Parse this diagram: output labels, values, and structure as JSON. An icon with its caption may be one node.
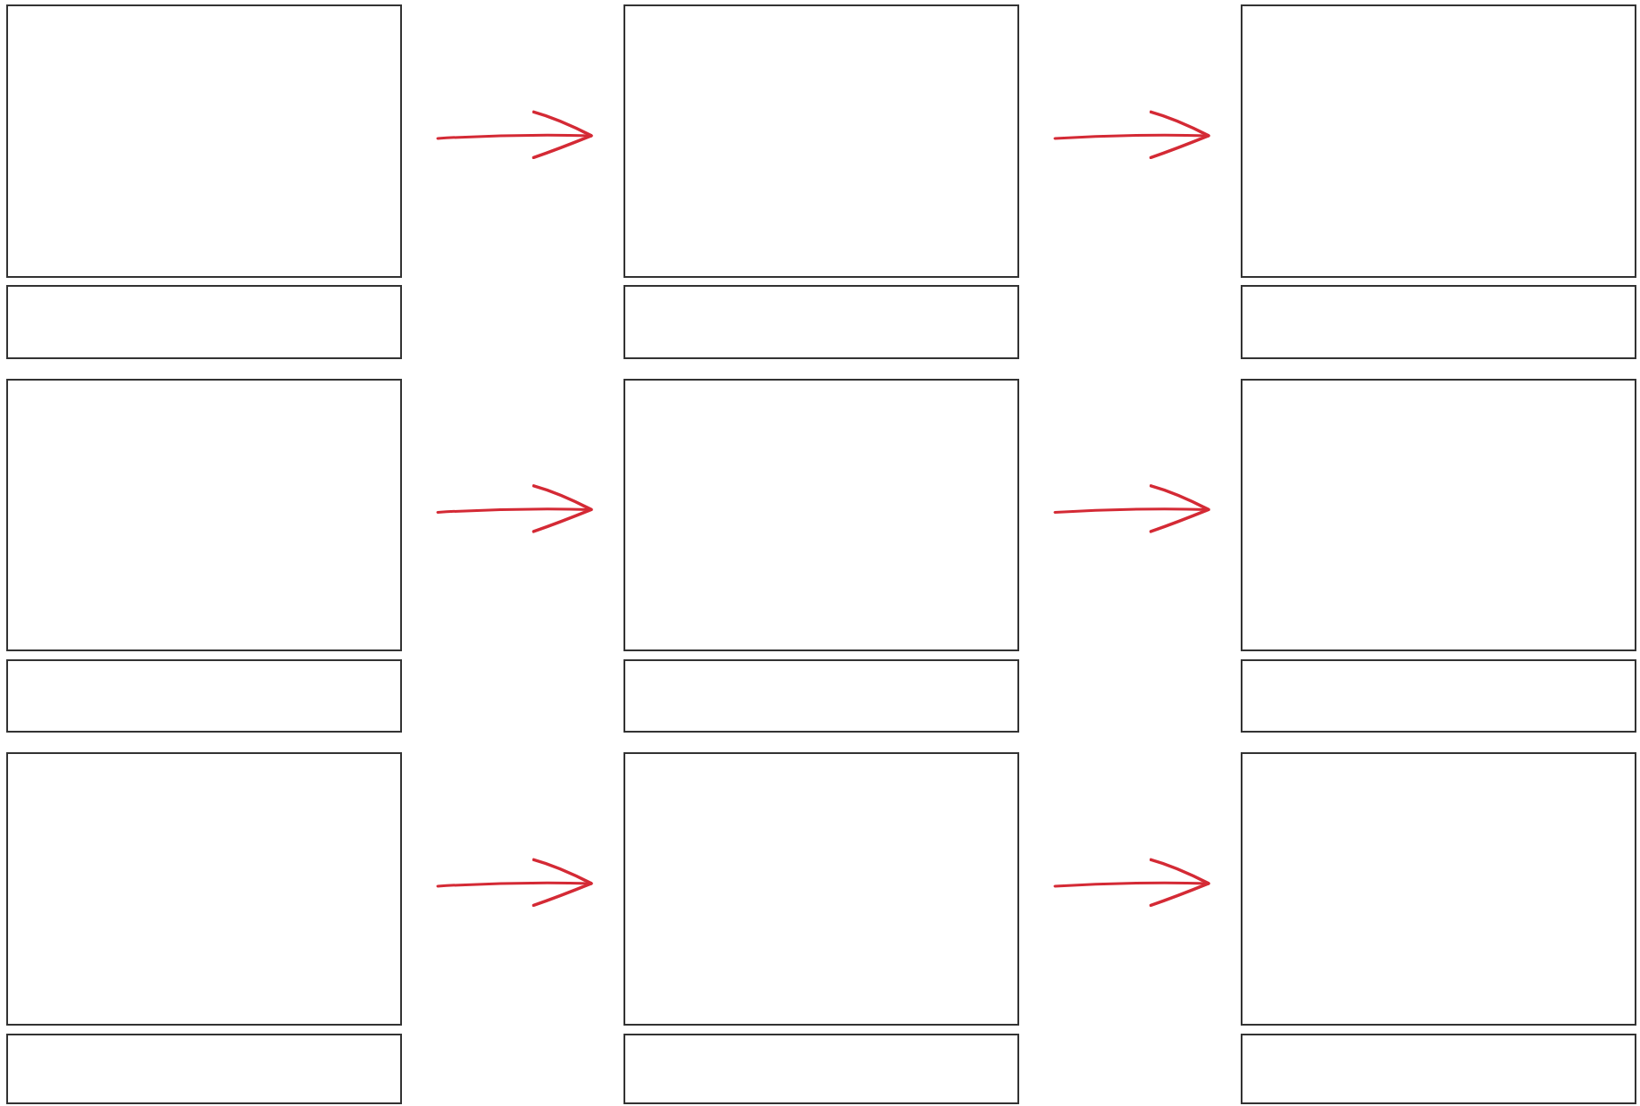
{
  "diagram": {
    "nodes": [
      {
        "text": [],
        "shape": "box"
      },
      {
        "text": [],
        "shape": "box"
      },
      {
        "text": [],
        "shape": "box"
      },
      {
        "text": [],
        "shape": "box"
      },
      {
        "text": [],
        "shape": "box"
      },
      {
        "text": [],
        "shape": "box"
      },
      {
        "text": [],
        "shape": "box"
      },
      {
        "text": [],
        "shape": "box"
      },
      {
        "text": [],
        "shape": "box"
      },
      {
        "text": [],
        "shape": "box"
      },
      {
        "text": [],
        "shape": "box"
      },
      {
        "text": [],
        "shape": "box"
      },
      {
        "text": [],
        "shape": "box"
      },
      {
        "text": [],
        "shape": "box"
      },
      {
        "text": [],
        "shape": "box"
      },
      {
        "text": [],
        "shape": "box"
      },
      {
        "text": [],
        "shape": "box"
      },
      {
        "text": [],
        "shape": "box"
      }
    ],
    "edges": [
      {
        "from": 0,
        "to": 1,
        "arrow": "to"
      },
      {
        "from": 1,
        "to": 2,
        "arrow": "to"
      },
      {
        "from": 6,
        "to": 7,
        "arrow": "to"
      },
      {
        "from": 7,
        "to": 8,
        "arrow": "to"
      },
      {
        "from": 12,
        "to": 13,
        "arrow": "to"
      },
      {
        "from": 13,
        "to": 14,
        "arrow": "to"
      }
    ]
  }
}
